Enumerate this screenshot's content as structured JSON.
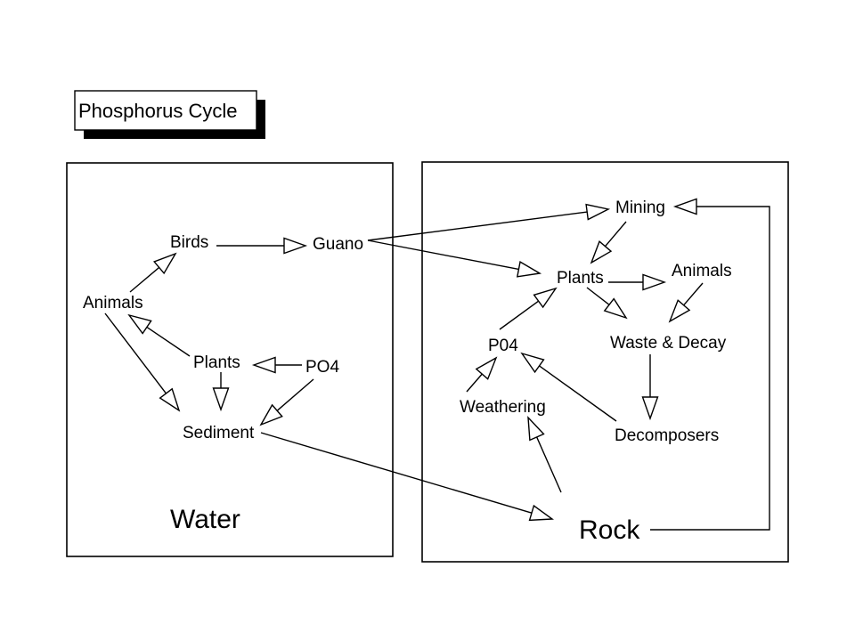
{
  "title": "Phosphorus Cycle",
  "regions": [
    {
      "id": "water",
      "label": "Water"
    },
    {
      "id": "rock",
      "label": "Rock"
    }
  ],
  "nodes": [
    {
      "id": "w-birds",
      "label": "Birds"
    },
    {
      "id": "w-guano",
      "label": "Guano"
    },
    {
      "id": "w-animals",
      "label": "Animals"
    },
    {
      "id": "w-plants",
      "label": "Plants"
    },
    {
      "id": "w-po4",
      "label": "PO4"
    },
    {
      "id": "w-sediment",
      "label": "Sediment"
    },
    {
      "id": "r-mining",
      "label": "Mining"
    },
    {
      "id": "r-plants",
      "label": "Plants"
    },
    {
      "id": "r-animals",
      "label": "Animals"
    },
    {
      "id": "r-waste",
      "label": "Waste & Decay"
    },
    {
      "id": "r-po4",
      "label": "P04"
    },
    {
      "id": "r-weathering",
      "label": "Weathering"
    },
    {
      "id": "r-decomposers",
      "label": "Decomposers"
    }
  ],
  "edges": [
    {
      "from": "w-birds",
      "to": "w-guano"
    },
    {
      "from": "w-animals",
      "to": "w-birds"
    },
    {
      "from": "w-plants",
      "to": "w-animals"
    },
    {
      "from": "w-po4",
      "to": "w-plants"
    },
    {
      "from": "w-plants",
      "to": "w-sediment"
    },
    {
      "from": "w-po4",
      "to": "w-sediment"
    },
    {
      "from": "w-animals",
      "to": "w-sediment"
    },
    {
      "from": "w-guano",
      "to": "r-mining"
    },
    {
      "from": "w-guano",
      "to": "r-plants"
    },
    {
      "from": "w-sediment",
      "to": "rock"
    },
    {
      "from": "r-mining",
      "to": "r-plants"
    },
    {
      "from": "r-plants",
      "to": "r-animals"
    },
    {
      "from": "r-plants",
      "to": "r-waste"
    },
    {
      "from": "r-animals",
      "to": "r-waste"
    },
    {
      "from": "r-waste",
      "to": "r-decomposers"
    },
    {
      "from": "r-decomposers",
      "to": "r-po4"
    },
    {
      "from": "r-po4",
      "to": "r-plants"
    },
    {
      "from": "r-weathering",
      "to": "r-po4"
    },
    {
      "from": "rock",
      "to": "r-weathering"
    },
    {
      "from": "rock",
      "to": "r-mining"
    }
  ]
}
